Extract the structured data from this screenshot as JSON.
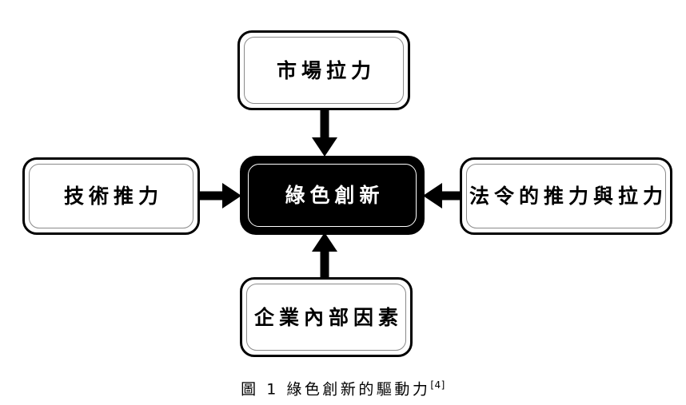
{
  "diagram": {
    "center": {
      "id": "green-innovation",
      "label": "綠色創新",
      "style": "inverted",
      "fill": "#000000",
      "text_color": "#ffffff"
    },
    "nodes": [
      {
        "id": "market-pull",
        "label": "市場拉力",
        "position": "top",
        "fill": "#ffffff",
        "text_color": "#000000"
      },
      {
        "id": "technology-push",
        "label": "技術推力",
        "position": "left",
        "fill": "#ffffff",
        "text_color": "#000000"
      },
      {
        "id": "regulation-push-pull",
        "label": "法令的推力與拉力",
        "position": "right",
        "fill": "#ffffff",
        "text_color": "#000000"
      },
      {
        "id": "internal-firm-factors",
        "label": "企業內部因素",
        "position": "bottom",
        "fill": "#ffffff",
        "text_color": "#000000"
      }
    ],
    "arrows": [
      {
        "id": "market-pull-to-center",
        "from": "market-pull",
        "to": "green-innovation",
        "direction": "down",
        "color": "#000000"
      },
      {
        "id": "technology-push-to-center",
        "from": "technology-push",
        "to": "green-innovation",
        "direction": "right",
        "color": "#000000"
      },
      {
        "id": "regulation-to-center",
        "from": "regulation-push-pull",
        "to": "green-innovation",
        "direction": "left",
        "color": "#000000"
      },
      {
        "id": "internal-factors-to-center",
        "from": "internal-firm-factors",
        "to": "green-innovation",
        "direction": "up",
        "color": "#000000"
      }
    ]
  },
  "caption": {
    "text": "圖 1 綠色創新的驅動力",
    "citation": "[4]"
  }
}
